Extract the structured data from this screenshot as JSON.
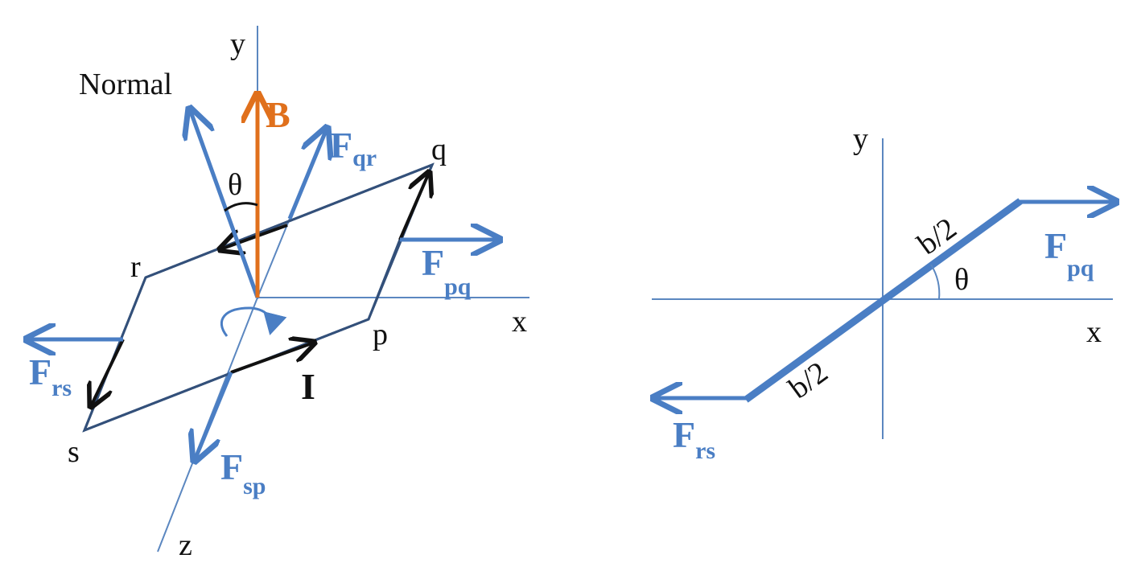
{
  "left": {
    "axes": {
      "y": "y",
      "x": "x",
      "z": "z"
    },
    "normal": "Normal",
    "field": "B",
    "theta": "θ",
    "current": "I",
    "vertices": {
      "p": "p",
      "q": "q",
      "r": "r",
      "s": "s"
    },
    "forces": {
      "qr": {
        "main": "F",
        "sub": "qr"
      },
      "pq": {
        "main": "F",
        "sub": "pq"
      },
      "rs": {
        "main": "F",
        "sub": "rs"
      },
      "sp": {
        "main": "F",
        "sub": "sp"
      }
    }
  },
  "right": {
    "axes": {
      "y": "y",
      "x": "x"
    },
    "theta": "θ",
    "half_upper": "b/2",
    "half_lower": "b/2",
    "forces": {
      "pq": {
        "main": "F",
        "sub": "pq"
      },
      "rs": {
        "main": "F",
        "sub": "rs"
      }
    }
  },
  "colors": {
    "force": "#4a7ec4",
    "field": "#e0701c",
    "current": "#111111",
    "loop": "#33507a",
    "axis": "#5b87c0"
  }
}
